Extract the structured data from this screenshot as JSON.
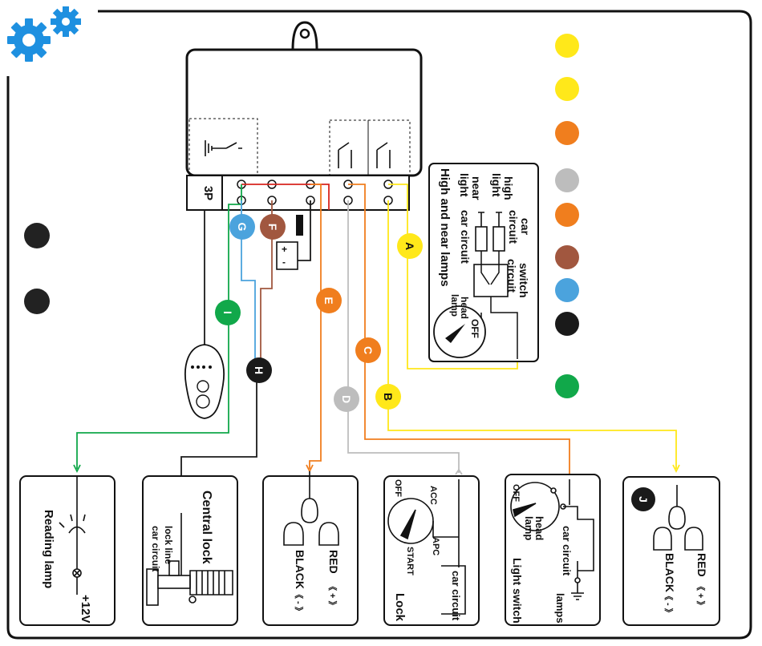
{
  "relay_label": "3P",
  "badges": {
    "A": "A",
    "B": "B",
    "C": "C",
    "D": "D",
    "E": "E",
    "F": "F",
    "G": "G",
    "H": "H",
    "I": "I",
    "J": "J"
  },
  "colors": {
    "yellow": "#FFE81A",
    "orange": "#F07E1E",
    "gray": "#BDBDBD",
    "brown": "#A1573F",
    "blue": "#4BA3DD",
    "black": "#1A1A1A",
    "green": "#11A84A",
    "red": "#D8261E",
    "gear": "#1E90E0"
  },
  "legend_swatches": [
    "yellow",
    "yellow",
    "orange",
    "gray",
    "orange",
    "brown",
    "blue",
    "black",
    "green"
  ],
  "headlamp_panel": {
    "title": "High and near lamps",
    "high_light": [
      "high",
      "light"
    ],
    "near_light": [
      "near",
      "light"
    ],
    "car_circuit": [
      "car",
      "circuit"
    ],
    "car_circuit_2": "car circuit",
    "switch": [
      "circuit",
      "switch"
    ],
    "head_lamp": [
      "head",
      "lamp"
    ],
    "off": "OFF"
  },
  "boxes": {
    "reading_lamp": {
      "title": "Reading lamp",
      "plus12": "+12V"
    },
    "central_lock": {
      "title": "Central lock",
      "lock_line": "lock line",
      "car_circuit": "car circuit"
    },
    "e_box": {
      "red": "RED",
      "black": "BLACK",
      "plus": "《 + 》",
      "minus": "《 - 》"
    },
    "lock": {
      "title": "Lock",
      "off": "OFF",
      "acc": "ACC",
      "apc": "APC",
      "start": "START",
      "car_circuit": "car circuit"
    },
    "light_switch": {
      "title": "Light switch",
      "off": "OFF",
      "head_lamp": [
        "head",
        "lamp"
      ],
      "car_circuit": "car circuit",
      "lamps": "lamps"
    },
    "j_box": {
      "red": "RED",
      "black": "BLACK",
      "plus": "《 + 》",
      "minus": "《 - 》"
    }
  },
  "battery": {
    "plus": "+",
    "minus": "-"
  }
}
